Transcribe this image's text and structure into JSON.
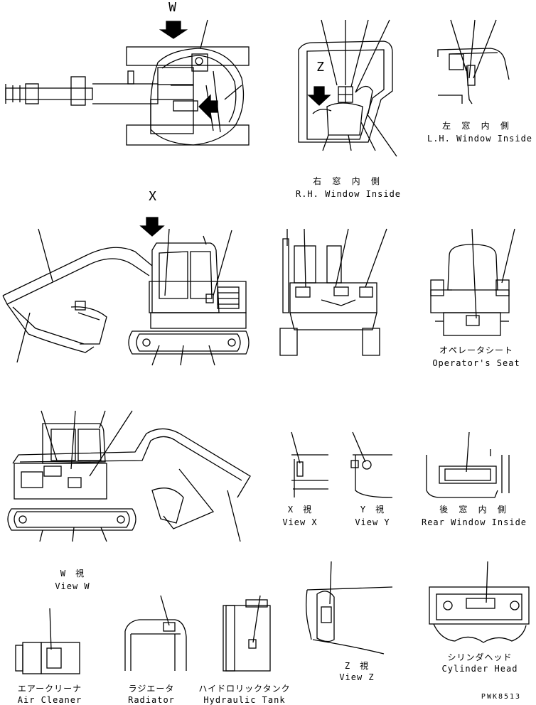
{
  "callouts": {
    "w": "W",
    "x": "X",
    "z": "Z"
  },
  "labels": {
    "lh_window_jp": "左 窓 内 側",
    "lh_window_en": "L.H. Window Inside",
    "rh_window_jp": "右 窓 内 側",
    "rh_window_en": "R.H. Window Inside",
    "operator_seat_jp": "オペレータシート",
    "operator_seat_en": "Operator's Seat",
    "view_x_jp": "X　視",
    "view_x_en": "View X",
    "view_y_jp": "Y　視",
    "view_y_en": "View Y",
    "rear_window_jp": "後 窓 内 側",
    "rear_window_en": "Rear Window Inside",
    "view_w_jp": "W　視",
    "view_w_en": "View W",
    "view_z_jp": "Z　視",
    "view_z_en": "View Z",
    "cylinder_head_jp": "シリンダヘッド",
    "cylinder_head_en": "Cylinder Head",
    "air_cleaner_jp": "エアークリーナ",
    "air_cleaner_en": "Air Cleaner",
    "radiator_jp": "ラジエータ",
    "radiator_en": "Radiator",
    "hydraulic_tank_jp": "ハイドロリックタンク",
    "hydraulic_tank_en": "Hydraulic Tank",
    "drawing_code": "PWK8513"
  }
}
